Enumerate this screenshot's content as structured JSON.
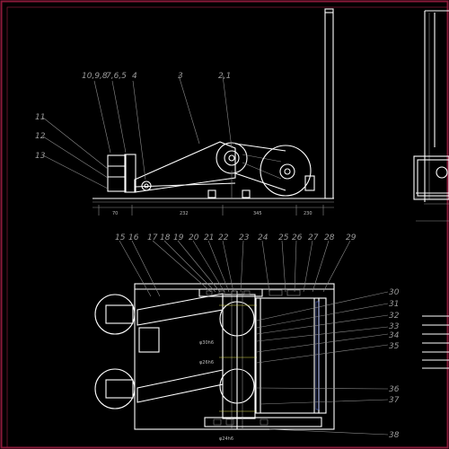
{
  "side_view": {
    "part_labels": [
      {
        "id": "p10",
        "text": "10,9,8"
      },
      {
        "id": "p7",
        "text": "7,6,5"
      },
      {
        "id": "p4",
        "text": "4"
      },
      {
        "id": "p3",
        "text": "3"
      },
      {
        "id": "p21",
        "text": "2,1"
      },
      {
        "id": "p11",
        "text": "11"
      },
      {
        "id": "p12",
        "text": "12"
      },
      {
        "id": "p13",
        "text": "13"
      }
    ],
    "dimensions": [
      "70",
      "232",
      "345",
      "230"
    ]
  },
  "plan_view": {
    "top_labels": [
      "15",
      "16",
      "17",
      "18",
      "19",
      "20",
      "21",
      "22",
      "23",
      "24",
      "25",
      "26",
      "27",
      "28",
      "29"
    ],
    "right_labels": [
      "30",
      "31",
      "32",
      "33",
      "34",
      "35",
      "36",
      "37",
      "38"
    ],
    "center_dims": [
      "φ30h6",
      "φ26h6",
      "φ24h6"
    ]
  },
  "colors": {
    "frame": "#8a1a3a",
    "outline": "#ffffff",
    "leader": "#8c8c8c",
    "accent_yellow": "#d8d84a",
    "accent_blue": "#5b6fd6"
  }
}
